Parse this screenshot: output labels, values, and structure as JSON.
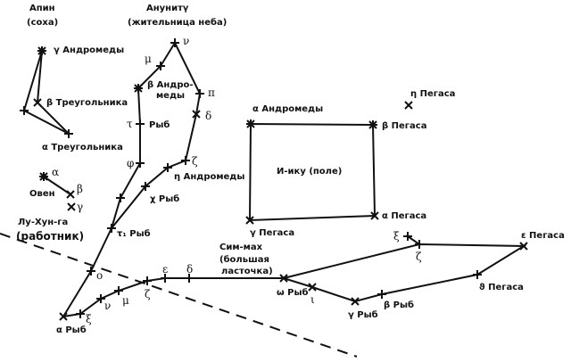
{
  "groups": {
    "apin": {
      "name": "Апин",
      "sub": "(соха)"
    },
    "anunitu": {
      "name": "Анунитү",
      "sub": "(жительница неба)"
    },
    "iku": {
      "name": "И-ику (поле)"
    },
    "luhunga": {
      "name": "Лу-Хун-га",
      "sub": "(работник)"
    },
    "simmah": {
      "name": "Сим-мах",
      "sub1": "(большая",
      "sub2": "ласточка)"
    }
  },
  "labels": {
    "gAnd": "γ Андромеды",
    "bTri": "β Треугольника",
    "aTri": "α Треугольника",
    "nu": "ν",
    "mu": "μ",
    "bAnd1": "β Андро-",
    "bAnd2": "меды",
    "pi": "π",
    "delta": "δ",
    "tauPsc": "τ",
    "psc": "Рыб",
    "phi": "φ",
    "zeta": "ζ",
    "etaAnd": "η Андромеды",
    "chiPsc": "χ Рыб",
    "aAri": "α",
    "aries": "Овен",
    "bAri": "β",
    "gAri": "γ",
    "tau1Psc": "τ₁ Рыб",
    "omicron": "о",
    "aPsc": "α Рыб",
    "xi": "ξ",
    "nu2": "ν",
    "mu2": "μ",
    "zeta2": "ζ",
    "eps": "ε",
    "delta2": "δ",
    "aAnd": "α Андромеды",
    "bPeg": "β Пегаса",
    "etaPeg": "η Пегаса",
    "aPeg": "α Пегаса",
    "gPeg": "γ Пегаса",
    "omegaPsc": "ω Рыб",
    "iota": "ι",
    "gPsc": "γ Рыб",
    "bPsc": "β Рыб",
    "thetaPeg": "ϑ Пегаса",
    "epsPeg": "ε Пегаса",
    "xiPeg": "ξ",
    "zetaPeg": "ζ"
  }
}
